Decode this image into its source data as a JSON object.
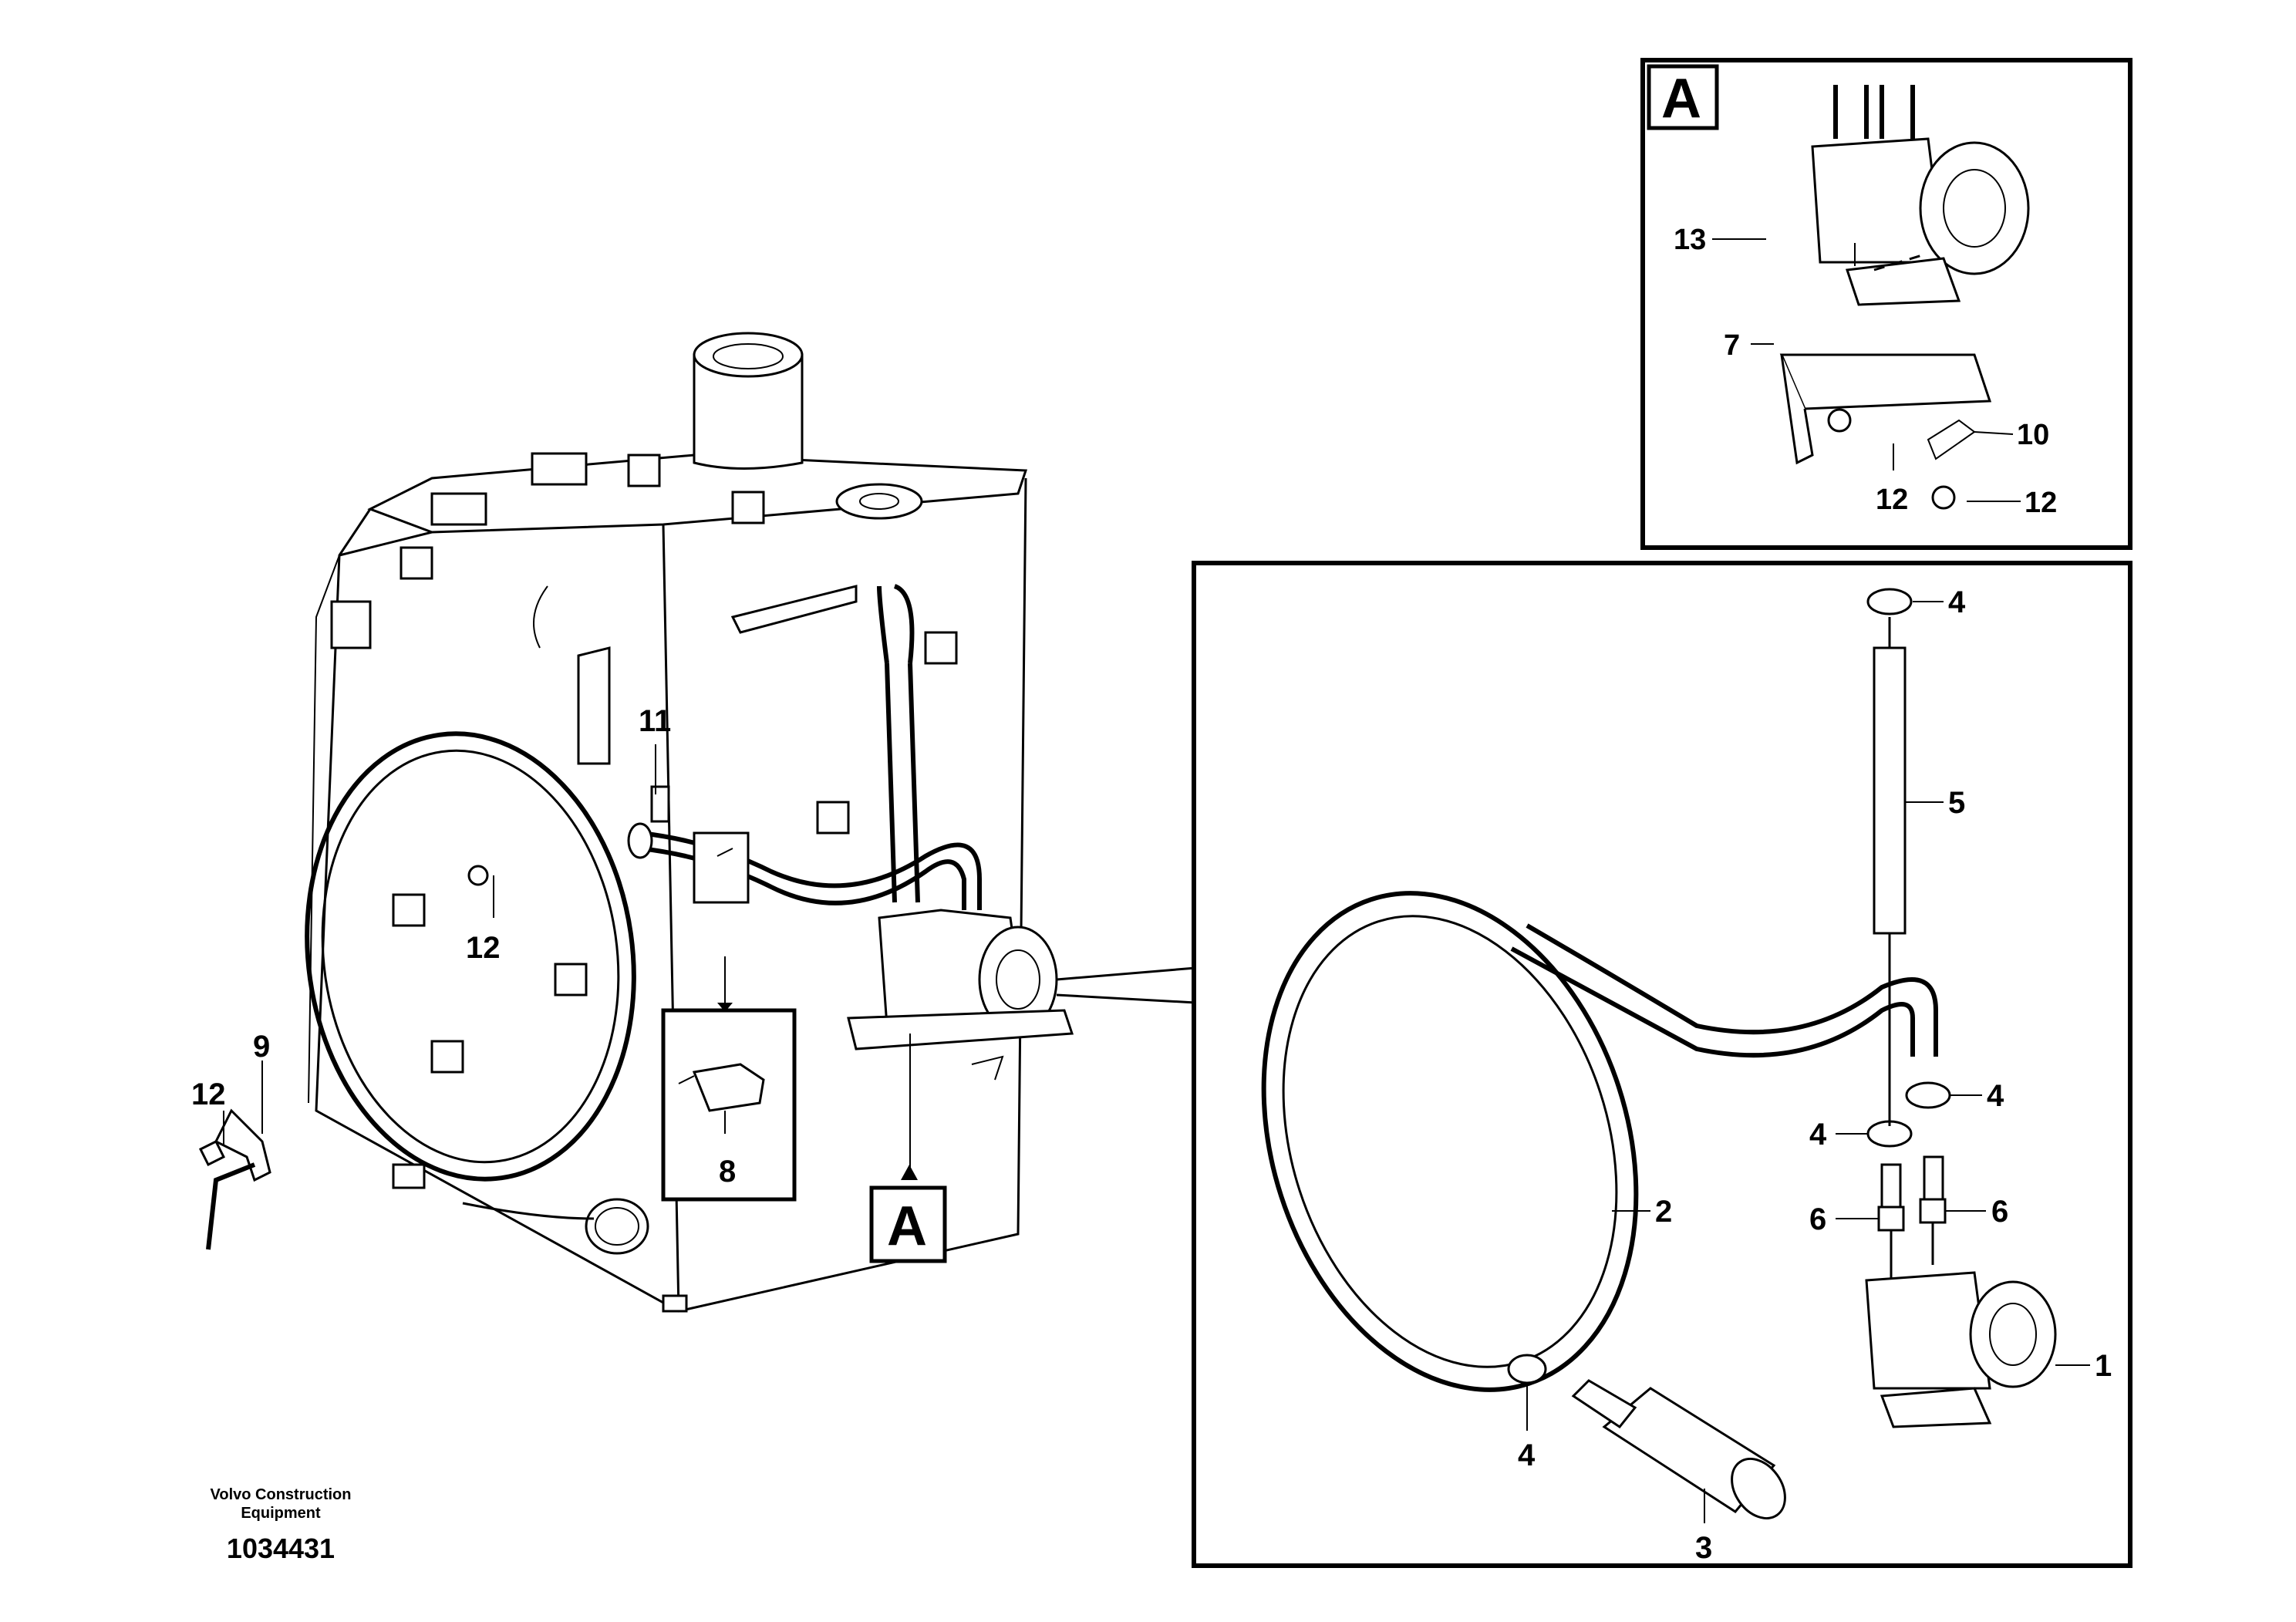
{
  "brand": {
    "line1": "Volvo Construction",
    "line2": "Equipment"
  },
  "document_number": "1034431",
  "detail_labels": {
    "view_A_inset": "A",
    "view_A_main": "A"
  },
  "callouts": {
    "main": {
      "c11": "11",
      "c12_left": "12",
      "c12_lower": "12",
      "c9": "9",
      "c8": "8"
    },
    "inset_A": {
      "c13": "13",
      "c7": "7",
      "c12a": "12",
      "c10": "10",
      "c12b": "12"
    },
    "exploded": {
      "c4_top": "4",
      "c5": "5",
      "c4_right": "4",
      "c4_left": "4",
      "c6_left": "6",
      "c6_right": "6",
      "c2": "2",
      "c1": "1",
      "c4_bottom": "4",
      "c3": "3"
    }
  }
}
